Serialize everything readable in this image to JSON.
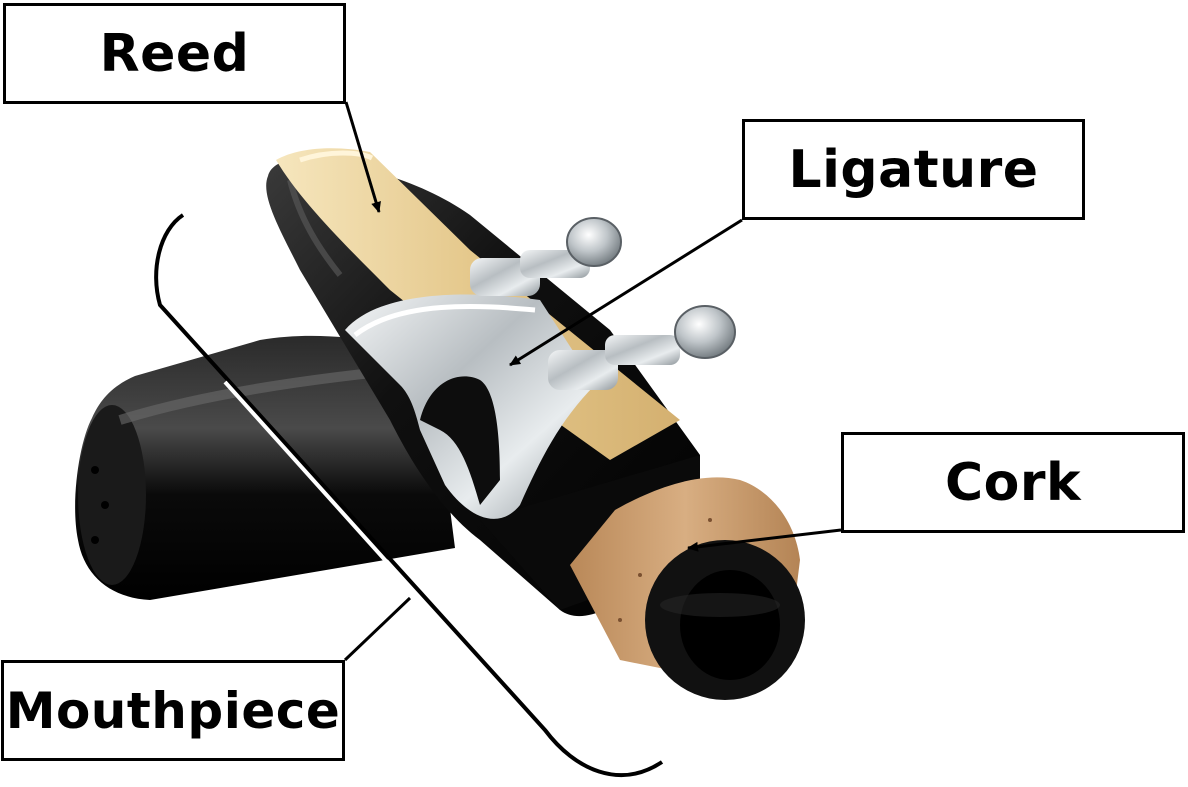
{
  "labels": {
    "reed": "Reed",
    "ligature": "Ligature",
    "cork": "Cork",
    "mouthpiece": "Mouthpiece"
  },
  "colors": {
    "background": "#ffffff",
    "label_border": "#000000",
    "mouthpiece_body": "#111111",
    "reed": "#e9cf94",
    "ligature_metal": "#cfd3d6",
    "cork": "#c99a6c",
    "leader_line": "#000000"
  },
  "icons": {
    "arrowhead": "arrowhead-icon"
  }
}
